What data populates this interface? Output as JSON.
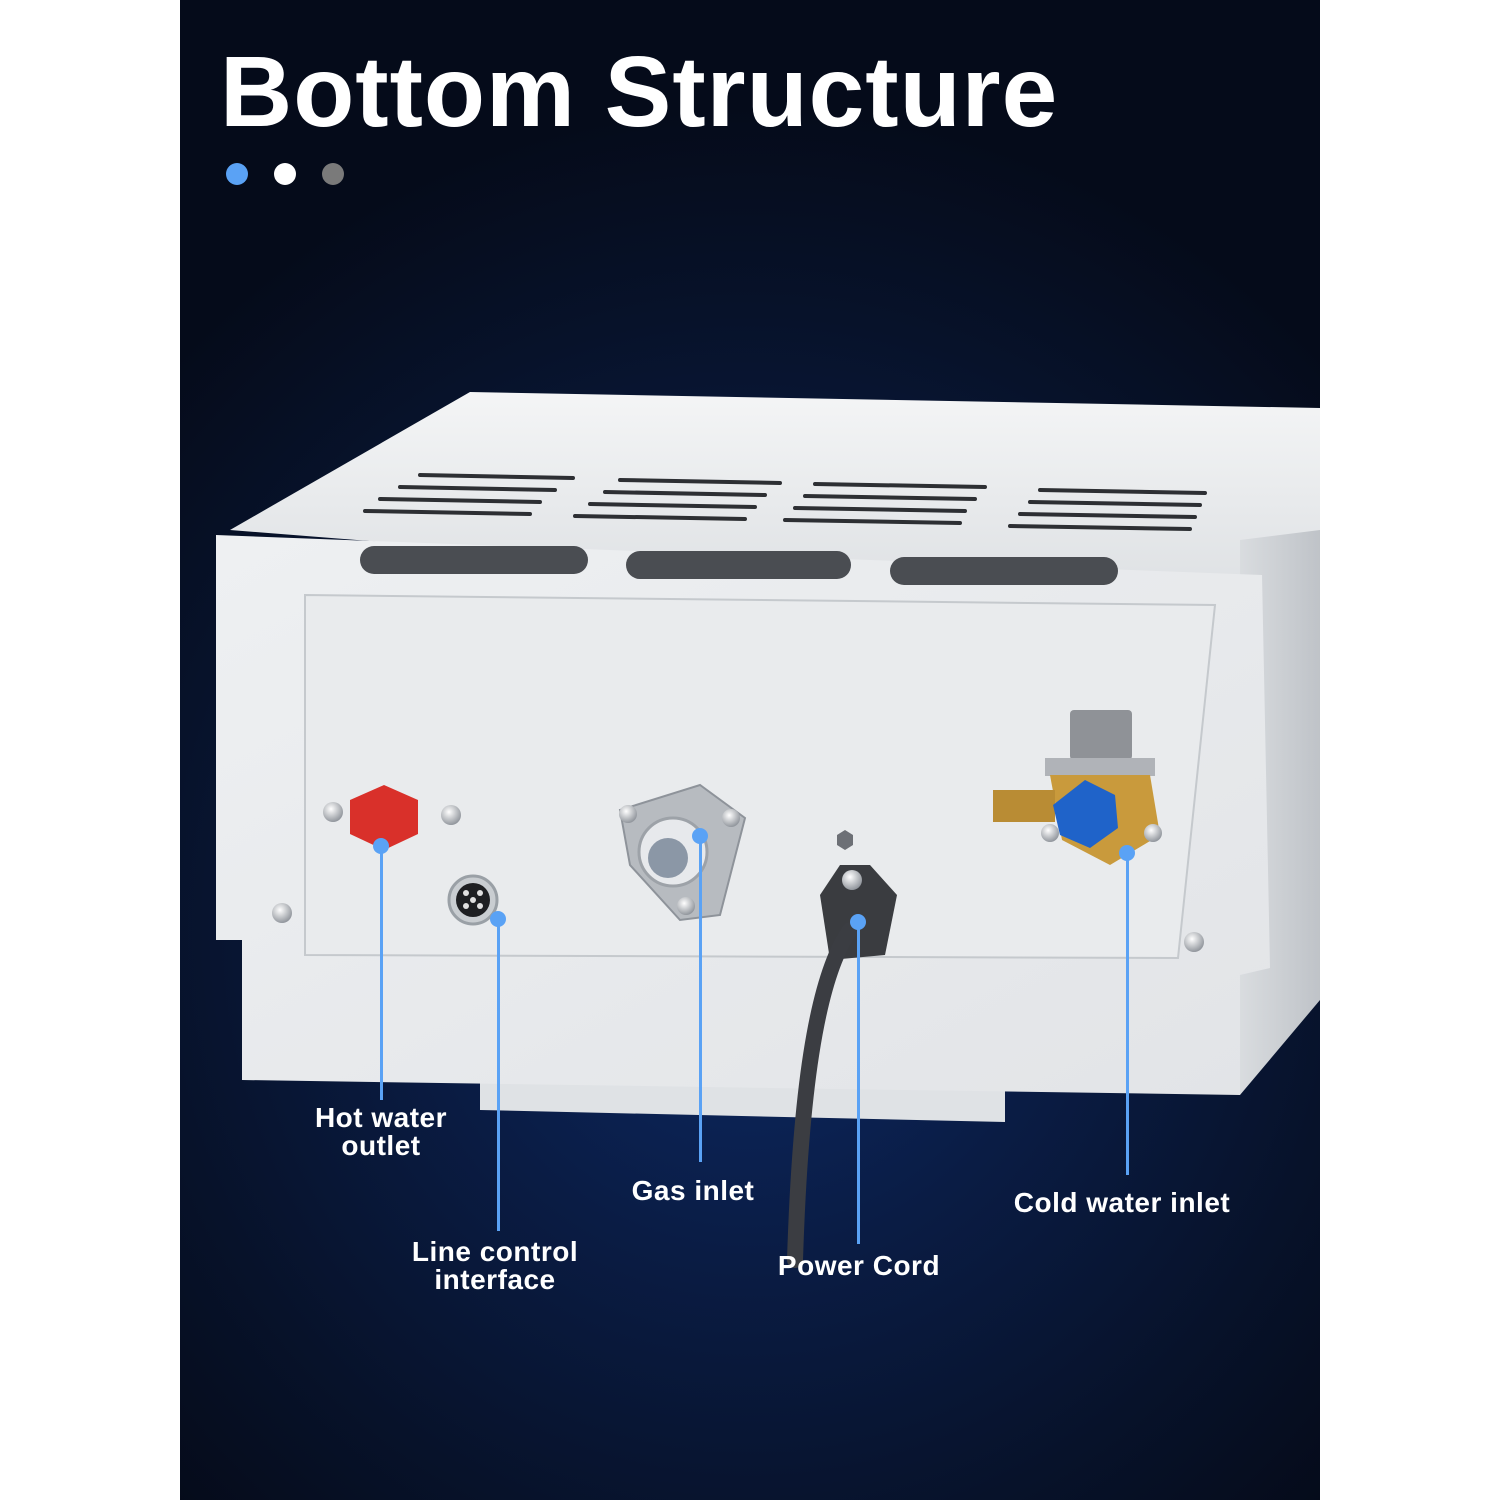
{
  "header": {
    "title": "Bottom Structure",
    "dots": [
      {
        "color": "#5aa2f5"
      },
      {
        "color": "#ffffff"
      },
      {
        "color": "#7a7a7a"
      }
    ]
  },
  "product": {
    "body_color": "#e8e9eb",
    "hot_cap_color": "#d9302a",
    "cold_cap_color": "#1f63c9",
    "brass_color": "#c99a3c",
    "accent_color": "#5aa2f5"
  },
  "callouts": [
    {
      "id": "hot-water-outlet",
      "line1": "Hot water",
      "line2": "outlet"
    },
    {
      "id": "line-control-interface",
      "line1": "Line control",
      "line2": "interface"
    },
    {
      "id": "gas-inlet",
      "line1": "Gas inlet",
      "line2": ""
    },
    {
      "id": "power-cord",
      "line1": "Power Cord",
      "line2": ""
    },
    {
      "id": "cold-water-inlet",
      "line1": "Cold water inlet",
      "line2": ""
    }
  ]
}
